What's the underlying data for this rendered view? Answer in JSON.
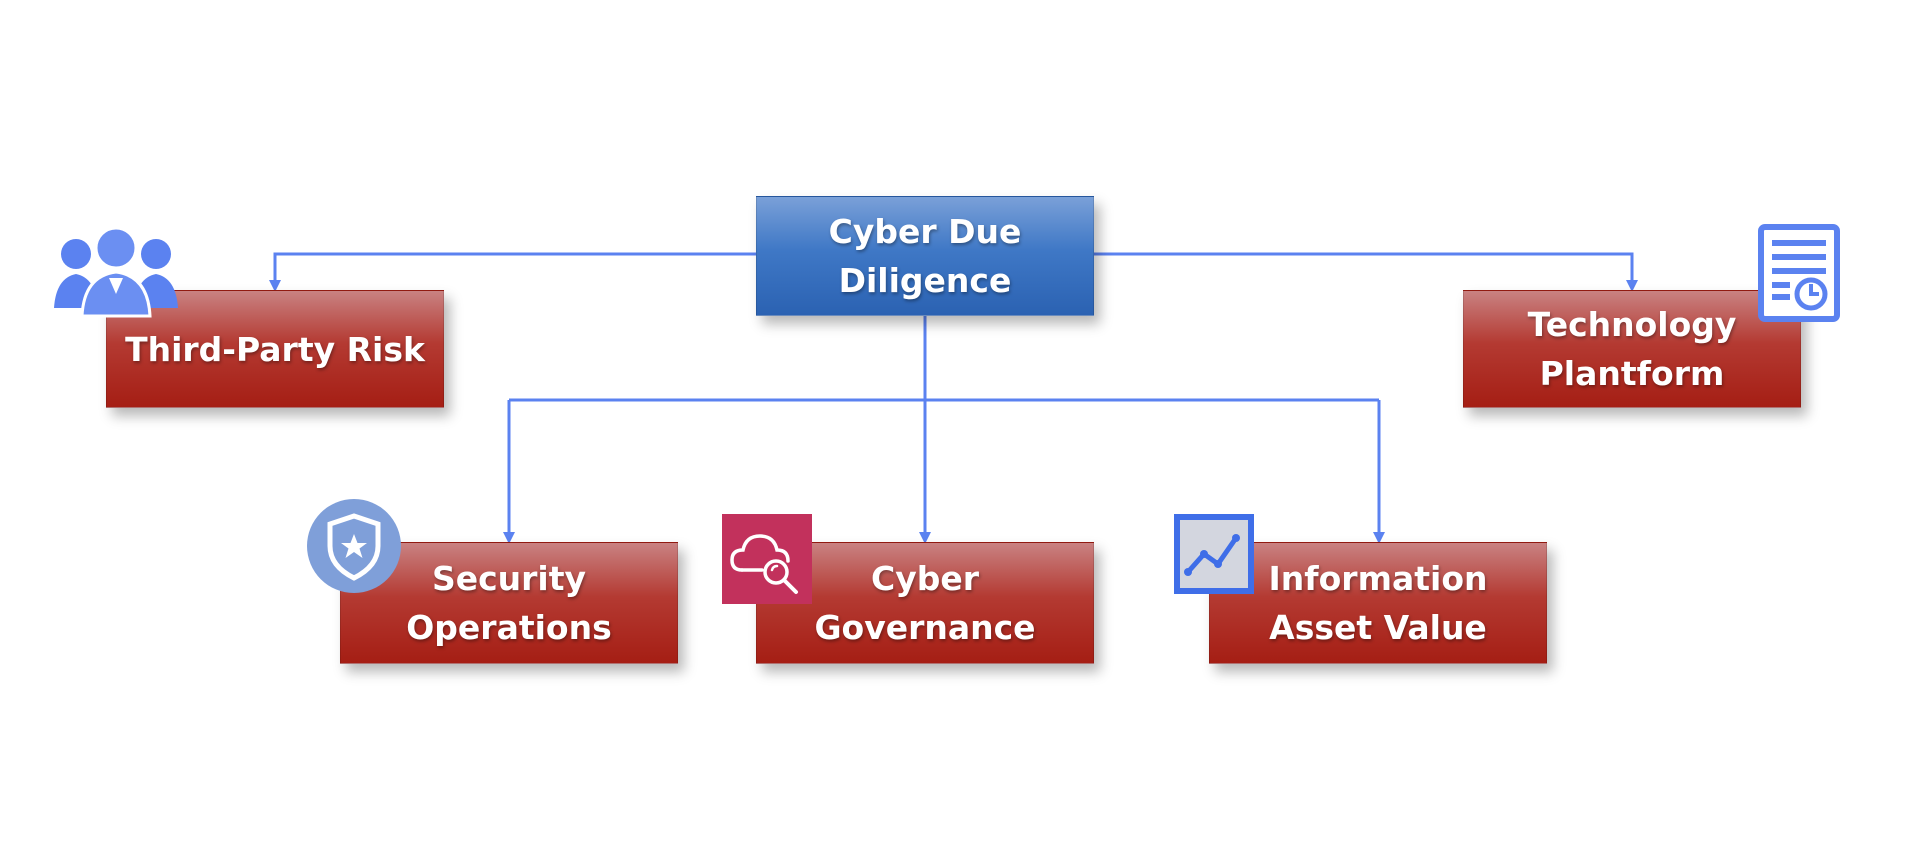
{
  "diagram": {
    "root": {
      "line1": "Cyber Due",
      "line2": "Diligence"
    },
    "top_left": {
      "label": "Third-Party Risk"
    },
    "top_right": {
      "line1": "Technology",
      "line2": "Plantform"
    },
    "bottom_left": {
      "line1": "Security",
      "line2": "Operations"
    },
    "bottom_center": {
      "line1": "Cyber",
      "line2": "Governance"
    },
    "bottom_right": {
      "line1": "Information",
      "line2": "Asset Value"
    }
  },
  "colors": {
    "connector": "#5b82f0",
    "root_blue": "#2b62b2",
    "leaf_red": "#a51e14",
    "people_icon": "#5b82f0",
    "shield_badge": "#7f9fd9",
    "governance_badge": "#c2315c",
    "asset_badge": "#3f6ee8"
  },
  "icons": {
    "top_left": "people-group-icon",
    "top_right": "report-chart-icon",
    "bottom_left": "shield-star-icon",
    "bottom_center": "cloud-search-icon",
    "bottom_right": "line-chart-icon"
  }
}
